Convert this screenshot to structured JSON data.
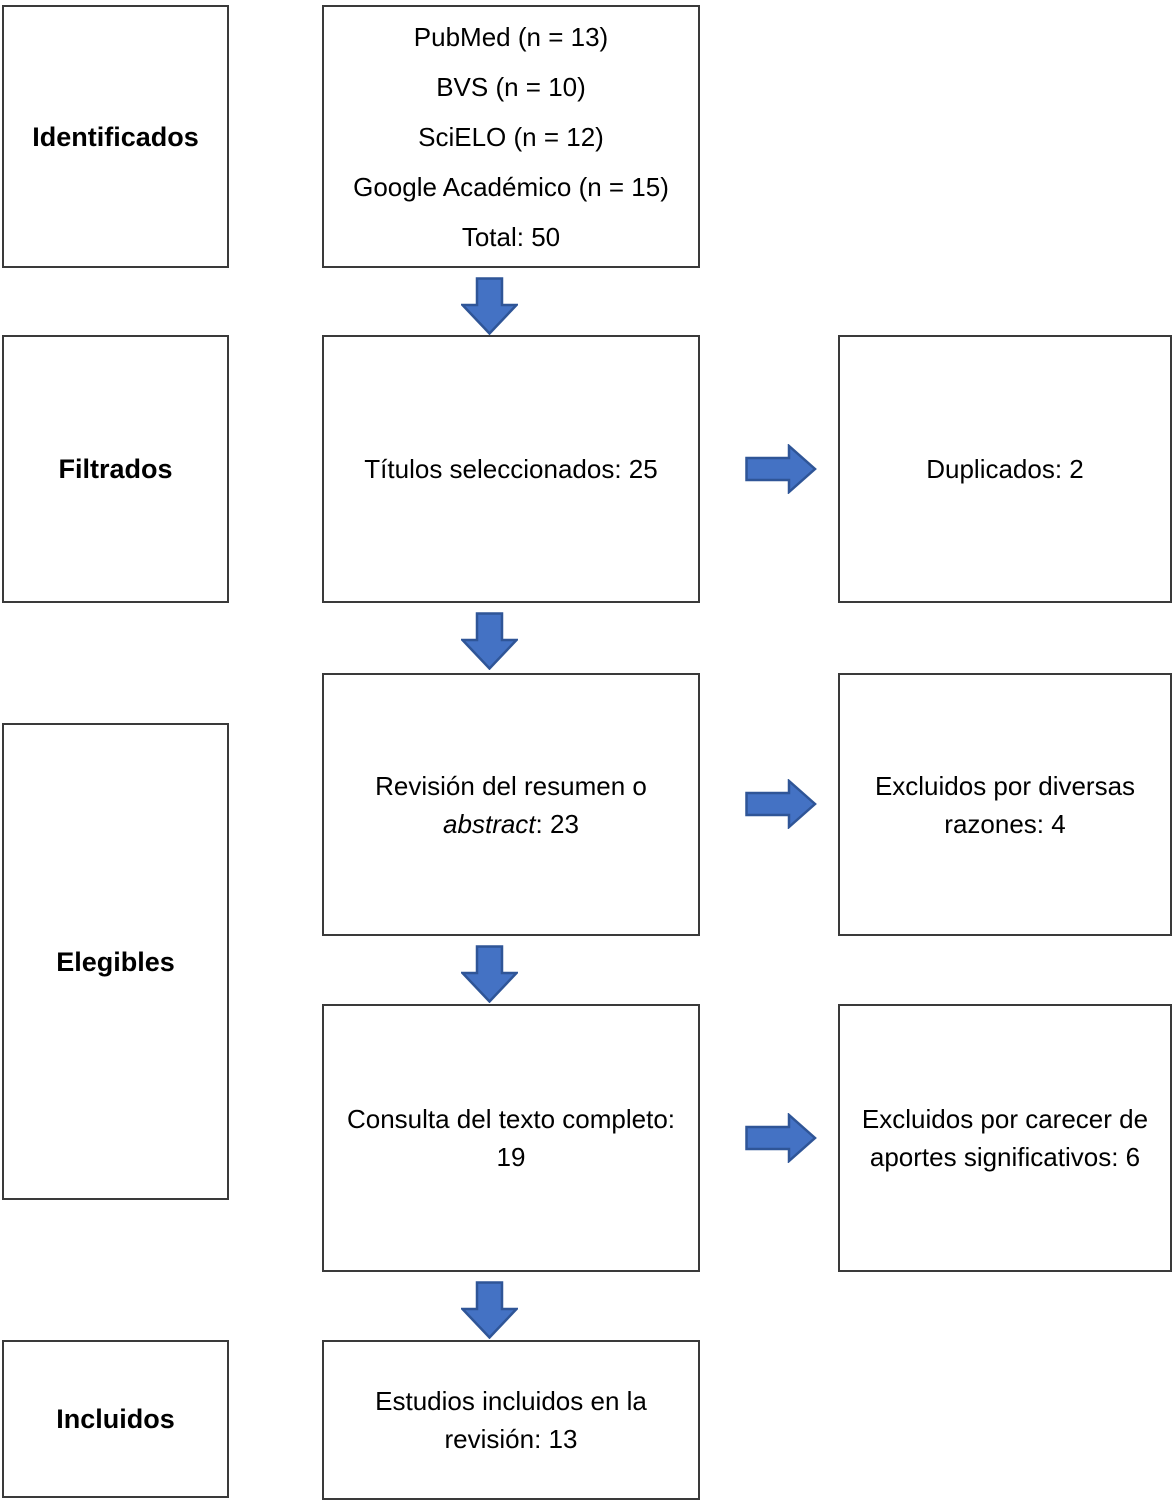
{
  "diagram": {
    "type": "prisma-flow",
    "language": "es"
  },
  "colors": {
    "arrow_fill": "#4472C4",
    "arrow_outline": "#2F5597",
    "box_border": "#3A3A3A",
    "background": "#FFFFFF",
    "text": "#000000"
  },
  "left_labels": {
    "identificados": "Identificados",
    "filtrados": "Filtrados",
    "elegibles": "Elegibles",
    "incluidos": "Incluidos"
  },
  "center": {
    "sources": {
      "lines": [
        "PubMed (n = 13)",
        "BVS (n = 10)",
        "SciELO (n = 12)",
        "Google Académico (n = 15)",
        "Total: 50"
      ]
    },
    "titles_selected": "Títulos seleccionados: 25",
    "abstract_review": {
      "line1": "Revisión del resumen o",
      "italic_word": "abstract",
      "suffix": ": 23"
    },
    "full_text_review": "Consulta del texto completo: 19",
    "included_studies": "Estudios incluidos en la revisión: 13"
  },
  "right": {
    "duplicates": "Duplicados: 2",
    "excluded_various": "Excluidos por diversas razones: 4",
    "excluded_no_contribution": "Excluidos por carecer de aportes significativos: 6"
  }
}
